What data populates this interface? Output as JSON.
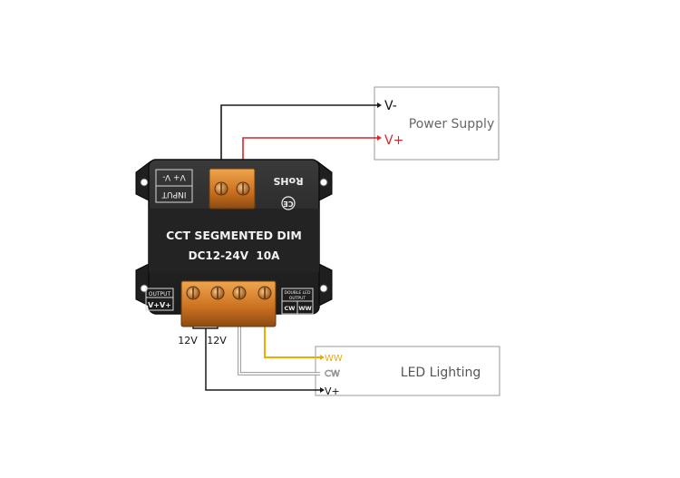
{
  "power_supply": {
    "label": "Power Supply",
    "neg_terminal": "V-",
    "pos_terminal": "V+"
  },
  "led_lighting": {
    "label": "LED Lighting",
    "ww_terminal": "WW",
    "cw_terminal": "CW",
    "pos_terminal": "V+"
  },
  "controller": {
    "title": "CCT SEGMENTED DIM",
    "rating": "DC12-24V  10A",
    "input_label": "INPUT",
    "input_pins": "V+ V-",
    "rohs_label": "RoHS",
    "ce_label": "CE",
    "output_label": "OUTPUT",
    "output_pins": "V+V+",
    "double_led_label_line1": "DOUBLE LED",
    "double_led_label_line2": "OUTPUT",
    "cw_label": "CW",
    "ww_label": "WW"
  },
  "voltage_labels": [
    "12V",
    "12V"
  ],
  "colors": {
    "wire_black": "#1a1a1a",
    "wire_red": "#d9262a",
    "wire_yellow": "#f2a900",
    "wire_white_outline": "#8a8a8a",
    "box_border": "#9a9a9a",
    "device_body": "#2b2b2b",
    "terminal_orange": "#d9822b"
  }
}
